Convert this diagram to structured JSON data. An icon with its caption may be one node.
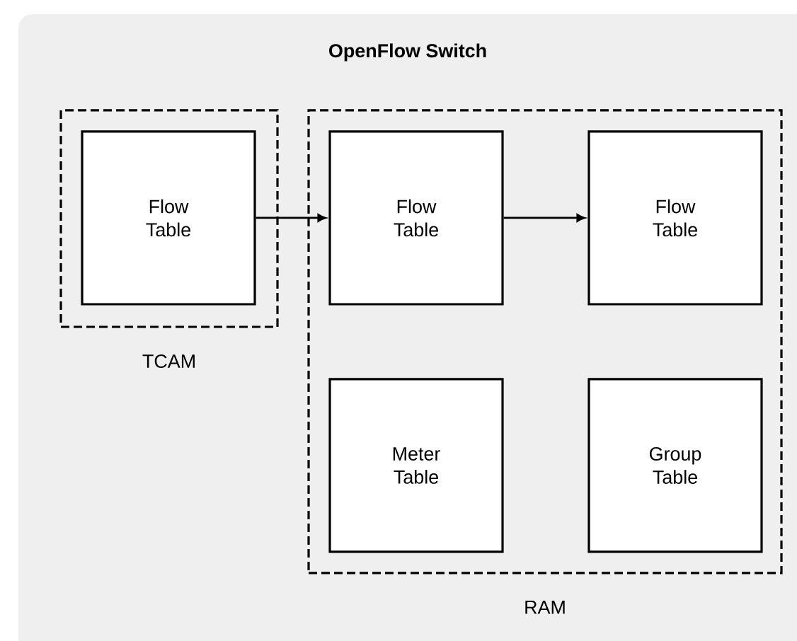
{
  "diagram": {
    "nodes": [
      {
        "text": [
          "OpenFlow Switch"
        ]
      },
      {
        "text": [
          "TCAM"
        ],
        "in": 0
      },
      {
        "text": [
          "Flow Table"
        ],
        "in": 1
      },
      {
        "text": [
          "RAM"
        ],
        "in": 0
      },
      {
        "text": [
          "Flow Table"
        ],
        "in": 3
      },
      {
        "text": [
          "Flow Table"
        ],
        "in": 3
      },
      {
        "text": [
          "Meter Table"
        ],
        "in": 3
      },
      {
        "text": [
          "Group Table"
        ],
        "in": 3
      }
    ],
    "edges": [
      {
        "from": 2,
        "to": 4,
        "arrow": "to"
      },
      {
        "from": 4,
        "to": 5,
        "arrow": "to"
      }
    ]
  }
}
